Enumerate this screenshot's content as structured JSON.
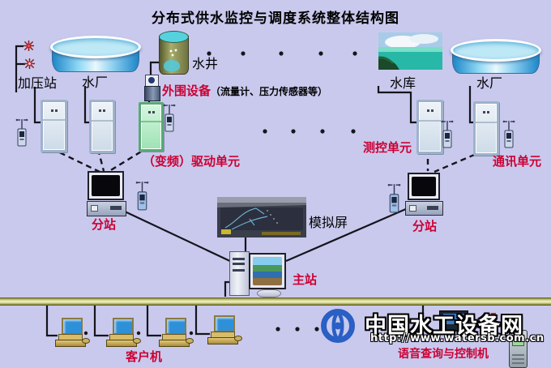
{
  "title": "分布式供水监控与调度系统整体结构图",
  "labels": {
    "pressure_station": "加压站",
    "water_plant_left": "水厂",
    "water_well": "水井",
    "peripheral_device": "外围设备",
    "peripheral_detail": "（流量计、压力传感器等）",
    "drive_unit": "（变频）驱动单元",
    "reservoir": "水库",
    "water_plant_right": "水厂",
    "measure_control_unit": "测控单元",
    "communication_unit": "通讯单元",
    "substation_left": "分站",
    "substation_right": "分站",
    "mimic_screen": "模拟屏",
    "master_station": "主站",
    "client_machines": "客户机",
    "voice_machine": "语音查询与控制机"
  },
  "watermark": {
    "site_name": "中国水工设备网",
    "site_url": "http://www.watersb.com.cn"
  },
  "icons": {
    "pump-icon": "red starburst",
    "water-basin-icon": "blue open tank",
    "water-well-icon": "olive cylinder tank",
    "reservoir-photo": "sea and sky photo",
    "control-cabinet-icon": "equipment cabinet",
    "radio-rtu-icon": "handheld radio with antenna",
    "workstation-icon": "monitor with system box",
    "mimic-screen-photo": "projection wall photo",
    "client-pc-icon": "desktop computer",
    "logo-icon": "blue ring emblem",
    "phone-icon": "handset with green screen"
  },
  "colors": {
    "background": "#c9c9ee",
    "label_red": "#cc0033",
    "bus_bar": "#c2c26a",
    "logo_blue": "#2a5fc4"
  }
}
